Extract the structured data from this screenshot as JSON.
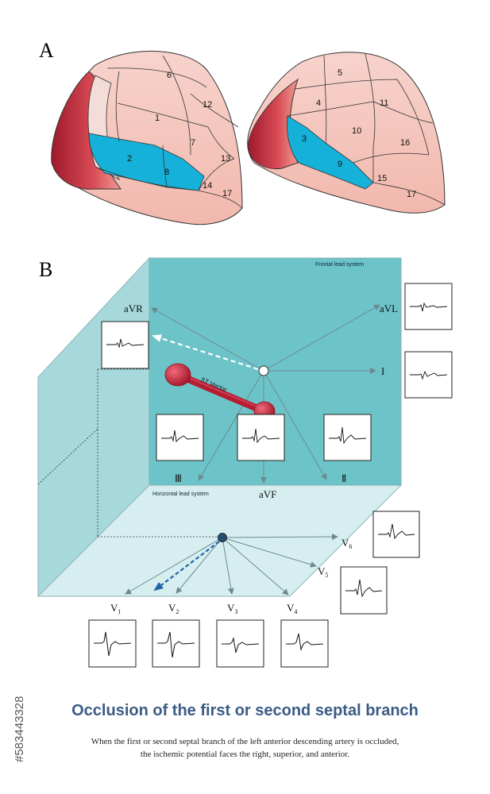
{
  "panel_labels": {
    "a": "A",
    "b": "B"
  },
  "heart_left_segments": [
    "6",
    "1",
    "12",
    "2",
    "7",
    "8",
    "13",
    "14",
    "17"
  ],
  "heart_right_segments": [
    "5",
    "4",
    "11",
    "3",
    "10",
    "16",
    "9",
    "15",
    "17"
  ],
  "frontal_system_label": "Frontal lead system",
  "horizontal_system_label": "Horizontal lead system",
  "st_vector_label": "ST Vector",
  "frontal_leads": {
    "avr": "aVR",
    "avl": "aVL",
    "i": "I",
    "iii": "Ⅲ",
    "avf": "aVF",
    "ii": "Ⅱ"
  },
  "precordial_leads": [
    {
      "letter": "V",
      "sub": "1"
    },
    {
      "letter": "V",
      "sub": "2"
    },
    {
      "letter": "V",
      "sub": "3"
    },
    {
      "letter": "V",
      "sub": "4"
    },
    {
      "letter": "V",
      "sub": "5"
    },
    {
      "letter": "V",
      "sub": "6"
    }
  ],
  "title": "Occlusion of the first or second septal branch",
  "caption_line1": "When the first or second septal branch of the left anterior descending artery is occluded,",
  "caption_line2": "the ischemic potential faces the right, superior, and anterior.",
  "stock_id": "#583443328",
  "colors": {
    "front_face": "#6cc4c8",
    "left_face": "#a7d9dc",
    "floor_face": "#d7eef0",
    "ischemic_segment": "#16b1d9",
    "myocardium": "#f5c8c0",
    "st_vector": "#c4243a",
    "title": "#3b5b86"
  }
}
